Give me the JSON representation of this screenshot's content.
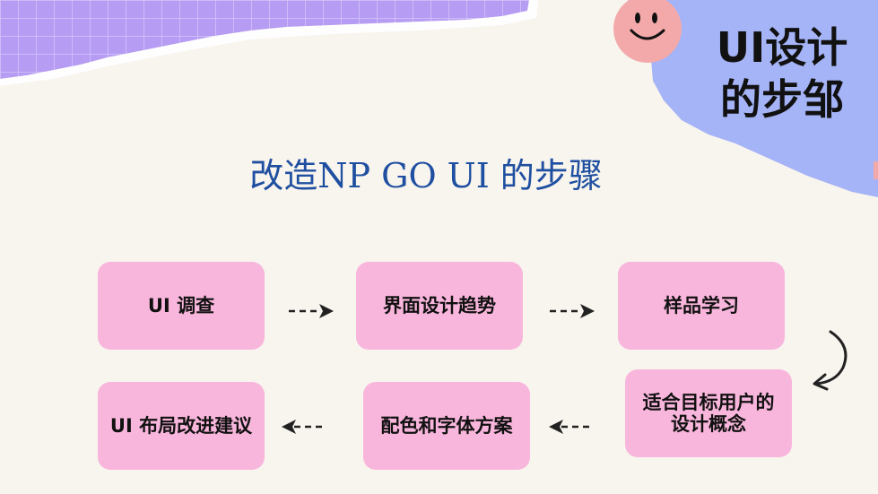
{
  "corner_title": "UI设计的步邹",
  "title": {
    "text": "改造NP GO UI 的步骤"
  },
  "steps": [
    {
      "label": "UI 调查"
    },
    {
      "label": "界面设计趋势"
    },
    {
      "label": "样品学习"
    },
    {
      "label": "适合目标用户的设计概念"
    },
    {
      "label": "配色和字体方案"
    },
    {
      "label": "UI 布局改进建议"
    }
  ],
  "colors": {
    "background": "#f8f4ee",
    "grid_paper": "#b69cf3",
    "blue_blob": "#a5b3f7",
    "smiley": "#f3a9aa",
    "step_box": "#f9b6dc",
    "title_text": "#1f4fa0"
  },
  "icons": [
    "smiley-icon",
    "arrow-right-icon",
    "arrow-left-icon",
    "curved-arrow-icon"
  ]
}
